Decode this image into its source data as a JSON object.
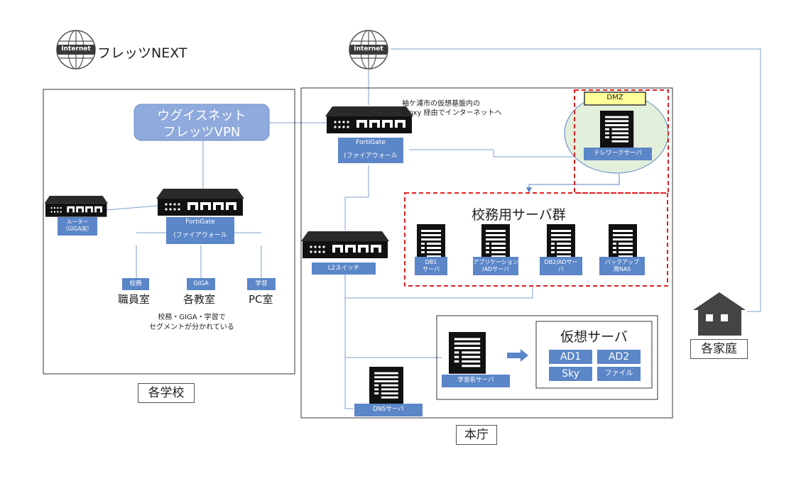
{
  "internet_label": "Internet",
  "school": {
    "internet_caption": "フレッツNEXT",
    "cloud_line1": "ウグイスネット",
    "cloud_line2": "フレッツVPN",
    "router_label": "ルーター\n（GIGA用）",
    "firewall_label_1": "FortiGate",
    "firewall_label_2": "(ファイアウォール",
    "segments": [
      {
        "tag": "校務",
        "room": "職員室"
      },
      {
        "tag": "GIGA",
        "room": "各教室"
      },
      {
        "tag": "学習",
        "room": "PC室"
      }
    ],
    "note_line1": "校務・GIGA・学習で",
    "note_line2": "セグメントが分かれている",
    "caption": "各学校"
  },
  "hq": {
    "proxy_note_line1": "袖ケ浦市の仮想基盤内の",
    "proxy_note_line2": "Proxy 経由でインターネットへ",
    "firewall_label_1": "FortiGate",
    "firewall_label_2": "(ファイアウォール",
    "dmz_label": "DMZ",
    "telework_label": "テレワークサーバ",
    "server_group_title": "校務用サーバ群",
    "servers": [
      "DB1\nサーバ",
      "アプリケーション\n/ADサーバ",
      "DB2/ADサー\nバ",
      "バックアップ\n用NAS"
    ],
    "l2_label": "L2スイッチ",
    "learning_label": "学習系サーバ",
    "virtual_title": "仮想サーバ",
    "virtual_items": [
      "AD1",
      "AD2",
      "Sky",
      "ファイル"
    ],
    "dns_label": "DNSサーバ",
    "caption": "本庁"
  },
  "home": {
    "caption": "各家庭"
  },
  "colors": {
    "accent_blue": "#5b86c8",
    "dmz_dashed": "#e02020",
    "dmz_tag_fill": "#ffff99",
    "dmz_ellipse_fill": "#e2efda"
  }
}
